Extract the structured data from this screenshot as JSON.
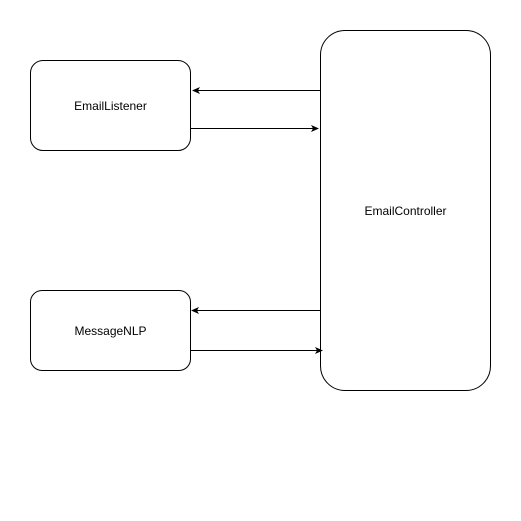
{
  "diagram": {
    "nodes": [
      {
        "id": "email-listener",
        "label": "EmailListener"
      },
      {
        "id": "message-nlp",
        "label": "MessageNLP"
      },
      {
        "id": "email-controller",
        "label": "EmailController"
      }
    ],
    "edges": [
      {
        "from": "email-controller",
        "to": "email-listener"
      },
      {
        "from": "email-listener",
        "to": "email-controller"
      },
      {
        "from": "email-controller",
        "to": "message-nlp"
      },
      {
        "from": "message-nlp",
        "to": "email-controller"
      }
    ],
    "colors": {
      "stroke": "#000000",
      "fill": "#ffffff",
      "text": "#000000"
    }
  }
}
